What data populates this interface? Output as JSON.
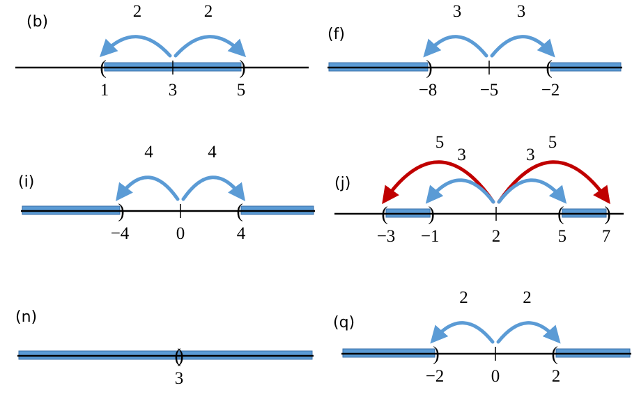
{
  "colors": {
    "interval_fill": "#5b9bd5",
    "interval_stroke": "#3a6fa8",
    "arrow_blue": "#5b9bd5",
    "arrow_red": "#c00000",
    "axis": "#000000"
  },
  "panels": [
    {
      "id": "b",
      "label": "(b)",
      "ticks": [
        {
          "value": 1,
          "label": "1"
        },
        {
          "value": 3,
          "label": "3"
        },
        {
          "value": 5,
          "label": "5"
        }
      ],
      "center": 3,
      "intervals": [
        {
          "from": 1,
          "to": 5,
          "left": "(",
          "right": ")"
        }
      ],
      "arrows": [
        {
          "from": 3,
          "to": 1,
          "label": "2",
          "color": "blue"
        },
        {
          "from": 3,
          "to": 5,
          "label": "2",
          "color": "blue"
        }
      ]
    },
    {
      "id": "f",
      "label": "(f)",
      "ticks": [
        {
          "value": -8,
          "label": "−8"
        },
        {
          "value": -5,
          "label": "−5"
        },
        {
          "value": -2,
          "label": "−2"
        }
      ],
      "center": -5,
      "intervals": [
        {
          "to": -8,
          "right": ")"
        },
        {
          "from": -2,
          "left": "("
        }
      ],
      "arrows": [
        {
          "from": -5,
          "to": -8,
          "label": "3",
          "color": "blue"
        },
        {
          "from": -5,
          "to": -2,
          "label": "3",
          "color": "blue"
        }
      ]
    },
    {
      "id": "i",
      "label": "(i)",
      "ticks": [
        {
          "value": -4,
          "label": "−4"
        },
        {
          "value": 0,
          "label": "0"
        },
        {
          "value": 4,
          "label": "4"
        }
      ],
      "center": 0,
      "intervals": [
        {
          "to": -4,
          "right": ")"
        },
        {
          "from": 4,
          "left": "("
        }
      ],
      "arrows": [
        {
          "from": 0,
          "to": -4,
          "label": "4",
          "color": "blue"
        },
        {
          "from": 0,
          "to": 4,
          "label": "4",
          "color": "blue"
        }
      ]
    },
    {
      "id": "j",
      "label": "(j)",
      "ticks": [
        {
          "value": -3,
          "label": "−3"
        },
        {
          "value": -1,
          "label": "−1"
        },
        {
          "value": 2,
          "label": "2"
        },
        {
          "value": 5,
          "label": "5"
        },
        {
          "value": 7,
          "label": "7"
        }
      ],
      "center": 2,
      "intervals": [
        {
          "from": -3,
          "to": -1,
          "left": "(",
          "right": ")"
        },
        {
          "from": 5,
          "to": 7,
          "left": "(",
          "right": ")"
        }
      ],
      "arrows": [
        {
          "from": 2,
          "to": -3,
          "label": "5",
          "color": "red"
        },
        {
          "from": 2,
          "to": 7,
          "label": "5",
          "color": "red"
        },
        {
          "from": 2,
          "to": -1,
          "label": "3",
          "color": "blue"
        },
        {
          "from": 2,
          "to": 5,
          "label": "3",
          "color": "blue"
        }
      ]
    },
    {
      "id": "n",
      "label": "(n)",
      "ticks": [
        {
          "value": 3,
          "label": "3"
        }
      ],
      "center": 3,
      "intervals": [
        {
          "to": 3,
          "right": ")"
        },
        {
          "from": 3,
          "left": "("
        }
      ],
      "arrows": []
    },
    {
      "id": "q",
      "label": "(q)",
      "ticks": [
        {
          "value": -2,
          "label": "−2"
        },
        {
          "value": 0,
          "label": "0"
        },
        {
          "value": 2,
          "label": "2"
        }
      ],
      "center": 0,
      "intervals": [
        {
          "to": -2,
          "right": ")"
        },
        {
          "from": 2,
          "left": "("
        }
      ],
      "arrows": [
        {
          "from": 0,
          "to": -2,
          "label": "2",
          "color": "blue"
        },
        {
          "from": 0,
          "to": 2,
          "label": "2",
          "color": "blue"
        }
      ]
    }
  ]
}
